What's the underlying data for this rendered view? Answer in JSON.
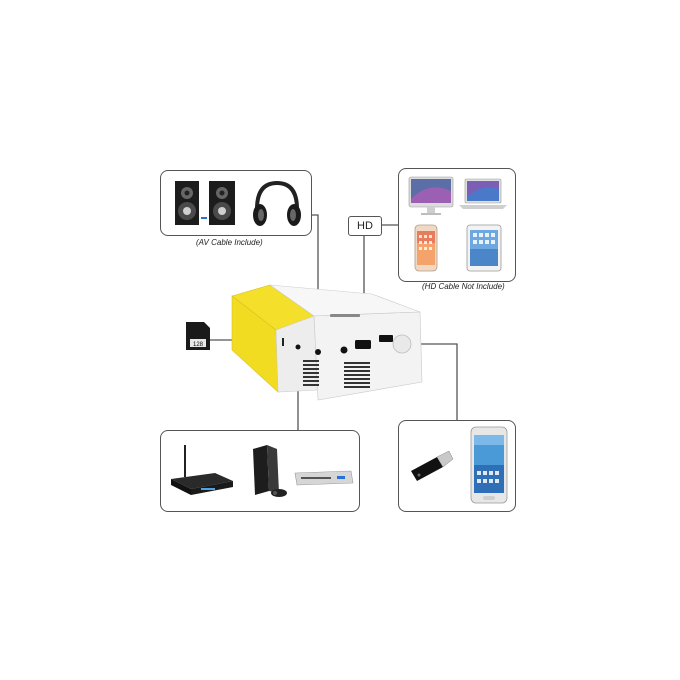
{
  "captions": {
    "av": "(AV Cable Include)",
    "hd_not": "(HD Cable Not Include)"
  },
  "hd_label": "HD",
  "sd_card_label": "128",
  "colors": {
    "projector_yellow": "#f4df2a",
    "projector_white": "#f3f3f3",
    "line": "#555555"
  },
  "icons": [
    "speaker-icon",
    "headphones-icon",
    "imac-icon",
    "laptop-icon",
    "iphone-icon",
    "ipad-icon",
    "sd-card-icon",
    "router-icon",
    "game-console-icon",
    "dvd-player-icon",
    "usb-drive-icon",
    "smartphone-icon"
  ]
}
